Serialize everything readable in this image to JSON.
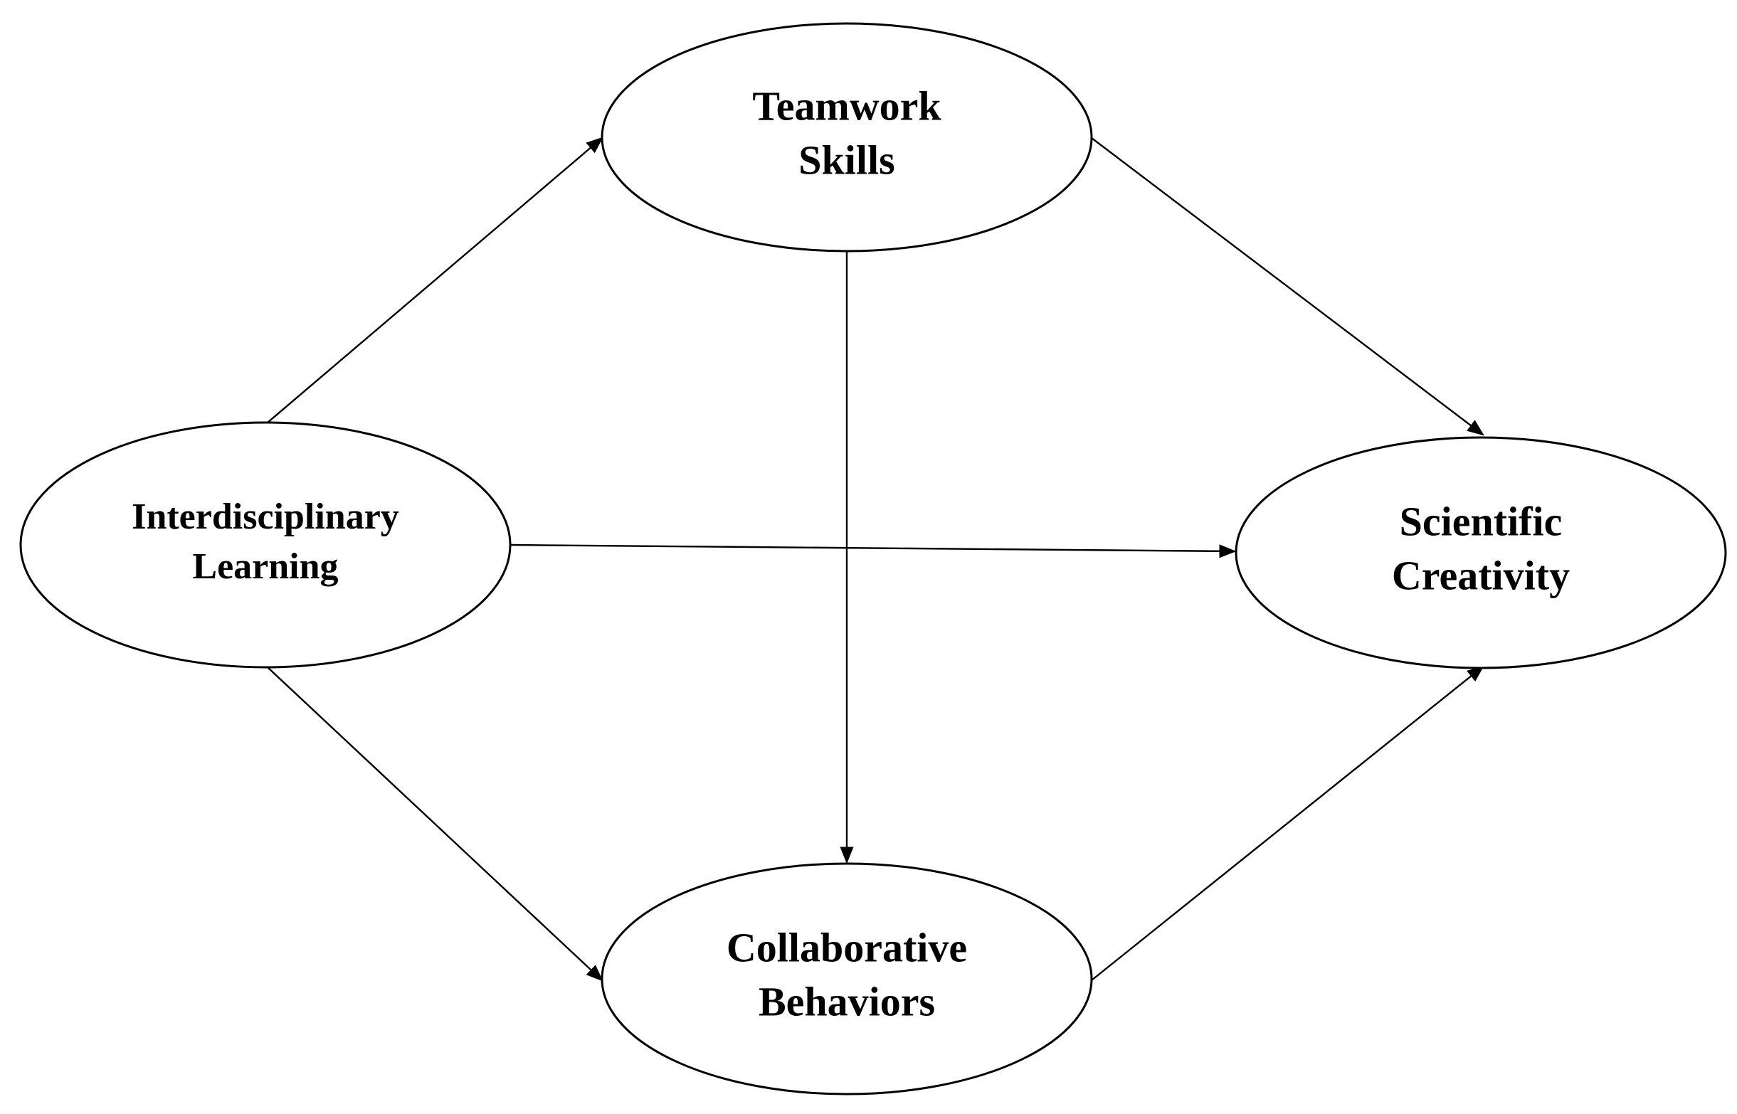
{
  "diagram": {
    "nodes": [
      {
        "id": "teamwork",
        "lines": [
          "Teamwork",
          "Skills"
        ]
      },
      {
        "id": "interdisciplinary",
        "lines": [
          "Interdisciplinary",
          "Learning"
        ]
      },
      {
        "id": "scientific",
        "lines": [
          "Scientific",
          "Creativity"
        ]
      },
      {
        "id": "collaborative",
        "lines": [
          "Collaborative",
          "Behaviors"
        ]
      }
    ],
    "edges": [
      {
        "from": "interdisciplinary",
        "to": "teamwork"
      },
      {
        "from": "interdisciplinary",
        "to": "scientific"
      },
      {
        "from": "interdisciplinary",
        "to": "collaborative"
      },
      {
        "from": "teamwork",
        "to": "scientific"
      },
      {
        "from": "teamwork",
        "to": "collaborative"
      },
      {
        "from": "collaborative",
        "to": "scientific"
      }
    ]
  },
  "colors": {
    "stroke": "#000000",
    "fill": "#ffffff",
    "text": "#000000"
  }
}
